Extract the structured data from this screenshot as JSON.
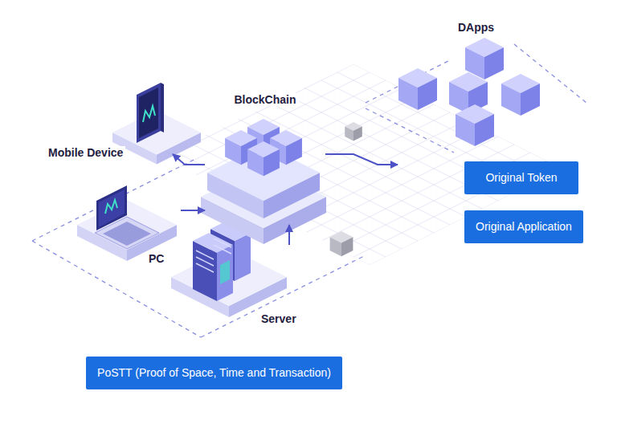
{
  "diagram": {
    "nodes": [
      {
        "text": [
          "DApps"
        ]
      },
      {
        "text": [
          "BlockChain"
        ]
      },
      {
        "text": [
          "Mobile Device"
        ]
      },
      {
        "text": [
          "Original Token"
        ]
      },
      {
        "text": [
          "Original Application"
        ]
      },
      {
        "text": [
          "PC"
        ]
      },
      {
        "text": [
          "Server"
        ]
      },
      {
        "text": [
          "PoSTT (Proof of Space, Time and Transaction)"
        ]
      }
    ],
    "edges": [
      {
        "from": 1,
        "to": 2,
        "arrow": "to"
      },
      {
        "from": 5,
        "to": 1,
        "arrow": "to"
      },
      {
        "from": 6,
        "to": 1,
        "arrow": "to"
      },
      {
        "from": 1,
        "to": 0,
        "arrow": "to"
      }
    ]
  }
}
